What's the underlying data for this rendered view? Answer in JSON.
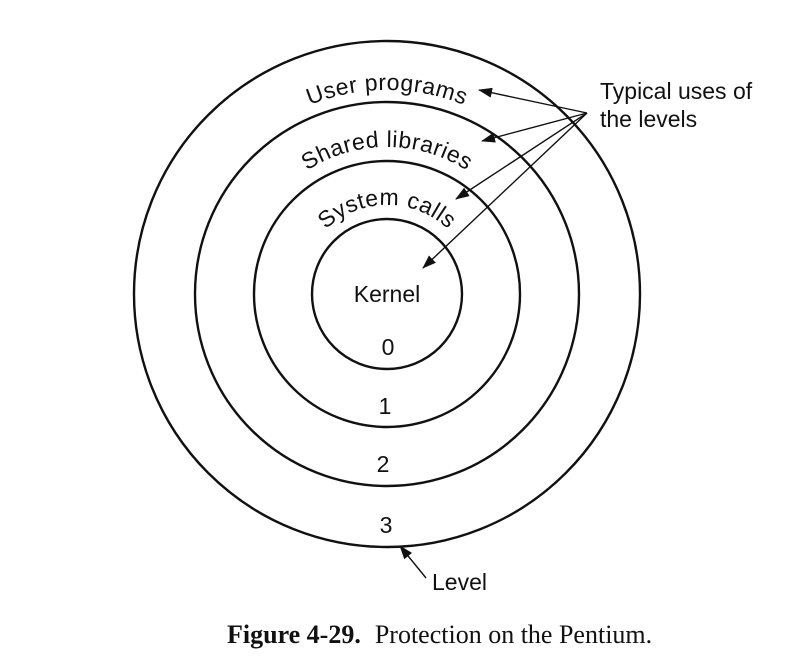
{
  "figure": {
    "rings": [
      {
        "name": "Kernel",
        "level": "0"
      },
      {
        "name": "System calls",
        "level": "1"
      },
      {
        "name": "Shared libraries",
        "level": "2"
      },
      {
        "name": "User programs",
        "level": "3"
      }
    ],
    "annotation": {
      "line1": "Typical uses of",
      "line2": "the levels"
    },
    "level_label": "Level",
    "caption": {
      "label": "Figure 4-29.",
      "text": "Protection on the Pentium."
    },
    "colors": {
      "ink": "#111111",
      "background": "#ffffff"
    }
  }
}
